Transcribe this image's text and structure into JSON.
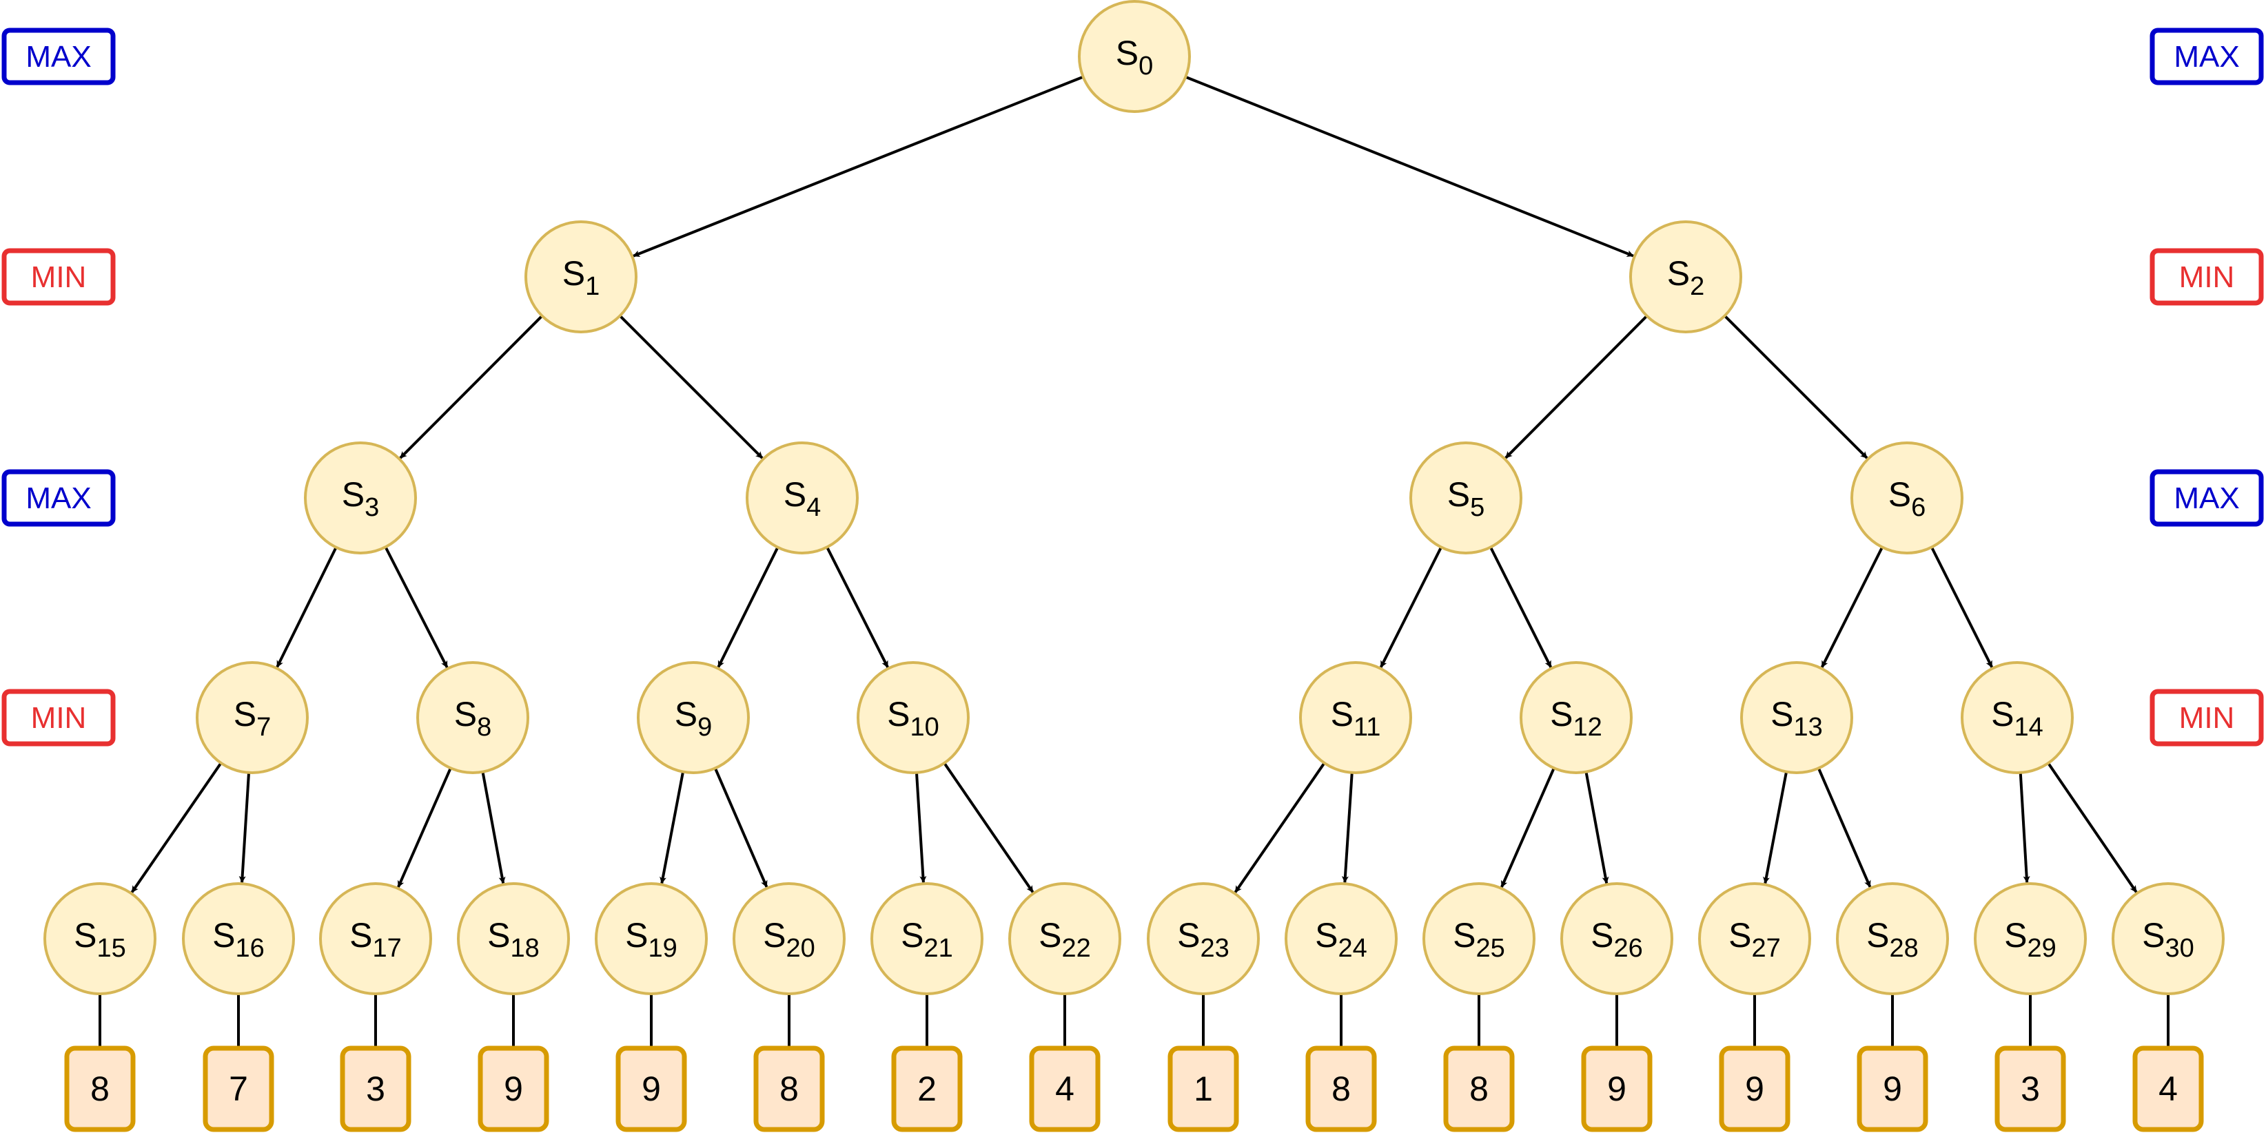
{
  "diagram": {
    "level_tags": [
      {
        "text": "MAX",
        "color": "#0000cc"
      },
      {
        "text": "MIN",
        "color": "#e83030"
      },
      {
        "text": "MAX",
        "color": "#0000cc"
      },
      {
        "text": "MIN",
        "color": "#e83030"
      }
    ],
    "nodes": [
      {
        "base": "S",
        "sub": "0"
      },
      {
        "base": "S",
        "sub": "1"
      },
      {
        "base": "S",
        "sub": "2"
      },
      {
        "base": "S",
        "sub": "3"
      },
      {
        "base": "S",
        "sub": "4"
      },
      {
        "base": "S",
        "sub": "5"
      },
      {
        "base": "S",
        "sub": "6"
      },
      {
        "base": "S",
        "sub": "7"
      },
      {
        "base": "S",
        "sub": "8"
      },
      {
        "base": "S",
        "sub": "9"
      },
      {
        "base": "S",
        "sub": "10"
      },
      {
        "base": "S",
        "sub": "11"
      },
      {
        "base": "S",
        "sub": "12"
      },
      {
        "base": "S",
        "sub": "13"
      },
      {
        "base": "S",
        "sub": "14"
      },
      {
        "base": "S",
        "sub": "15"
      },
      {
        "base": "S",
        "sub": "16"
      },
      {
        "base": "S",
        "sub": "17"
      },
      {
        "base": "S",
        "sub": "18"
      },
      {
        "base": "S",
        "sub": "19"
      },
      {
        "base": "S",
        "sub": "20"
      },
      {
        "base": "S",
        "sub": "21"
      },
      {
        "base": "S",
        "sub": "22"
      },
      {
        "base": "S",
        "sub": "23"
      },
      {
        "base": "S",
        "sub": "24"
      },
      {
        "base": "S",
        "sub": "25"
      },
      {
        "base": "S",
        "sub": "26"
      },
      {
        "base": "S",
        "sub": "27"
      },
      {
        "base": "S",
        "sub": "28"
      },
      {
        "base": "S",
        "sub": "29"
      },
      {
        "base": "S",
        "sub": "30"
      }
    ],
    "leaf_values": [
      "8",
      "7",
      "3",
      "9",
      "9",
      "8",
      "2",
      "4",
      "1",
      "8",
      "8",
      "9",
      "9",
      "9",
      "3",
      "4"
    ]
  }
}
